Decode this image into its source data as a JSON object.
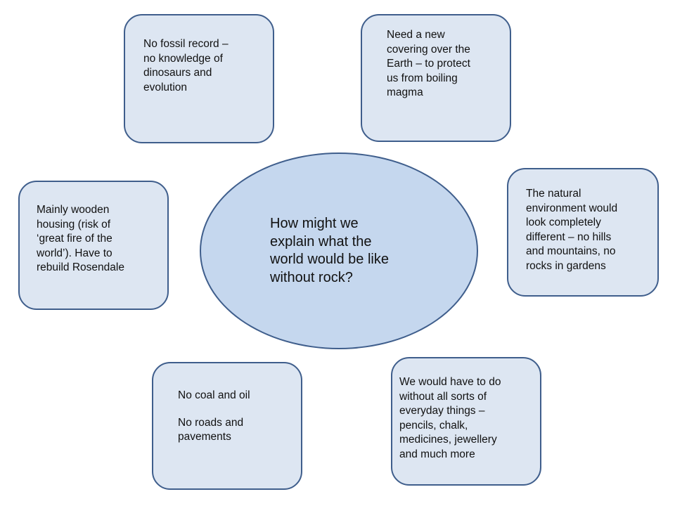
{
  "center": {
    "question": "How might we\nexplain what the\nworld would be like\nwithout rock?"
  },
  "boxes": {
    "fossil": "No fossil record –\nno knowledge of\ndinosaurs and\nevolution",
    "covering": "Need a new\ncovering over the\nEarth – to protect\nus from boiling\nmagma",
    "housing": "Mainly wooden\nhousing (risk of\n‘great fire of the\nworld’).  Have to\nrebuild Rosendale",
    "natural": "The natural\nenvironment would\nlook completely\ndifferent – no hills\nand mountains, no\nrocks in gardens",
    "coal_line1": "No coal and oil",
    "coal_line2": "No roads and\npavements",
    "everyday": "We would have to do\nwithout all sorts of\neveryday things –\npencils, chalk,\nmedicines, jewellery\nand much more"
  },
  "colors": {
    "box_fill": "#dde6f2",
    "ellipse_fill": "#c5d7ee",
    "outline": "#3f5e8c"
  }
}
